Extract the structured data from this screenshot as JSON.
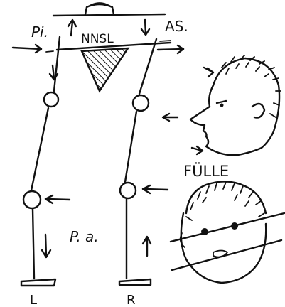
{
  "diagram": {
    "labels": {
      "top_left": "Pi.",
      "top_right": "AS.",
      "center_top": "NNSL",
      "center_mid": "P. a.",
      "face_caption": "FÜLLE",
      "foot_left": "L",
      "foot_right": "R"
    }
  }
}
